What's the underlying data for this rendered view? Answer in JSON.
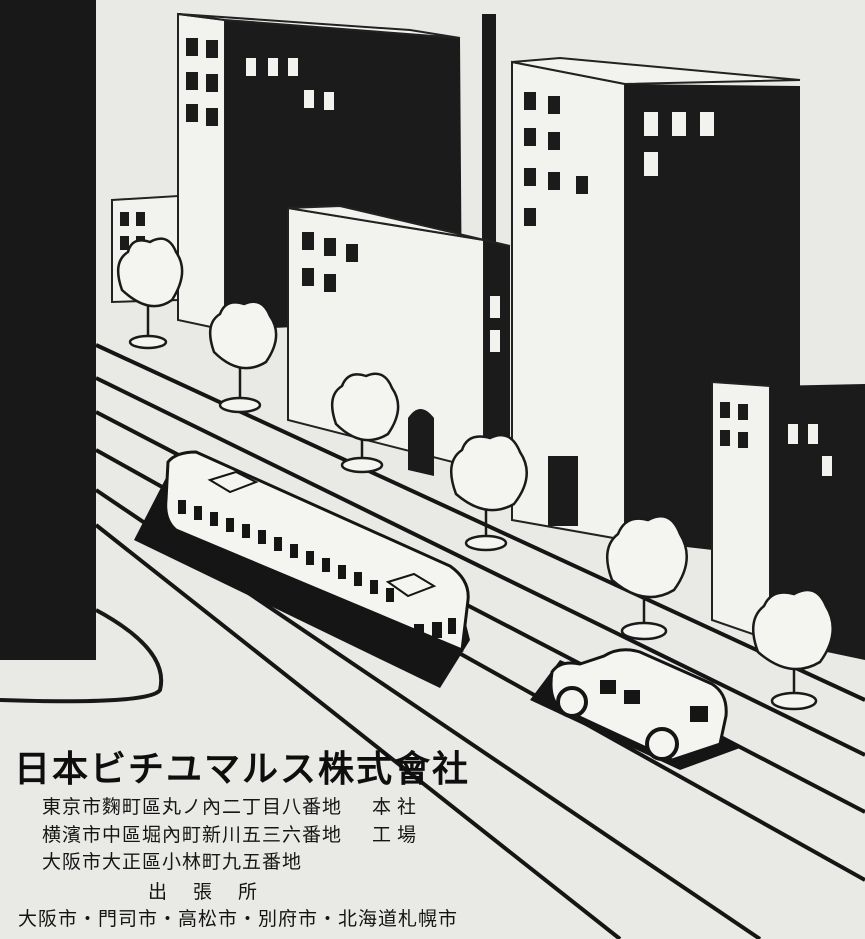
{
  "title": "日本ビチユマルス株式會社",
  "offices": [
    {
      "label": "本社",
      "address": "東京市麴町區丸ノ內二丁目八番地"
    },
    {
      "label": "工場",
      "address": "横濱市中區堀內町新川五三六番地"
    },
    {
      "label": "",
      "address": "大阪市大正區小林町九五番地"
    }
  ],
  "branch_heading": "出張所",
  "branches": "大阪市・門司市・高松市・別府市・北海道札幌市",
  "colors": {
    "ink": "#141414",
    "paper": "#e9e9e6",
    "building_light": "#f4f4f1"
  }
}
